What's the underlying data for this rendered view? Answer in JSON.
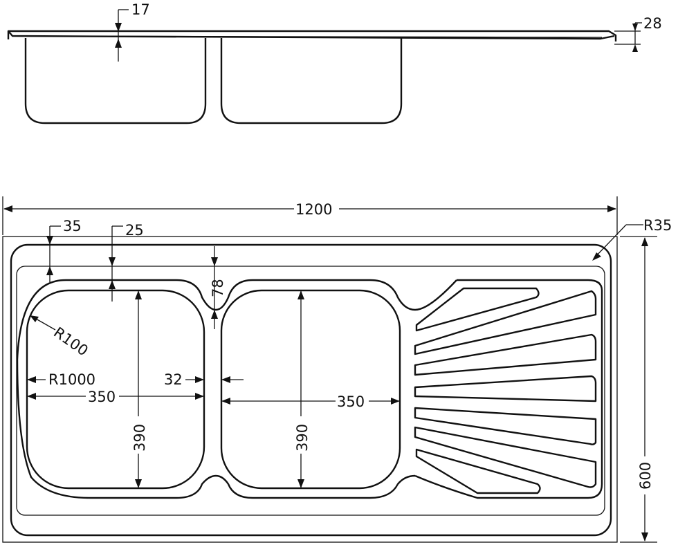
{
  "dimensions": {
    "overall_length": "1200",
    "overall_width": "600",
    "corner_radius": "R35",
    "rim_offset": "35",
    "bowl_offset": "25",
    "divider_gap": "78",
    "bowl_radius": "R100",
    "bowl_curve": "R1000",
    "bowl_gap": "32",
    "left_bowl_length": "350",
    "right_bowl_length": "350",
    "left_bowl_width": "390",
    "right_bowl_width": "390",
    "bowl_depth": "17",
    "lip_height": "28"
  }
}
